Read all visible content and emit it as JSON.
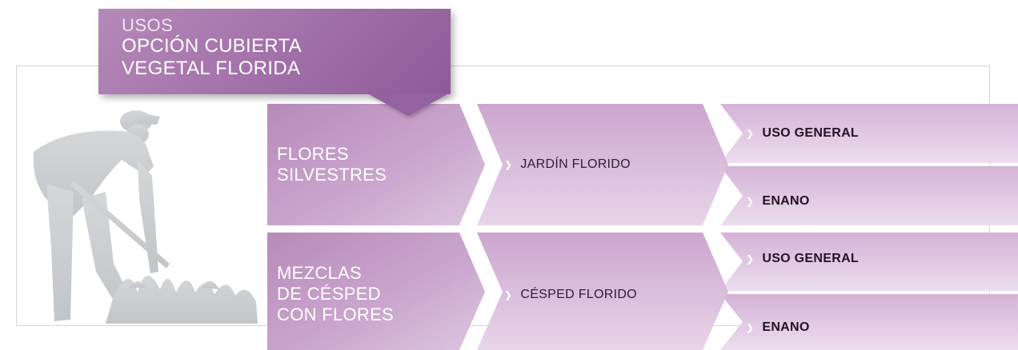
{
  "header": {
    "kicker": "USOS",
    "title_line1": "OPCIÓN CUBIERTA",
    "title_line2": "VEGETAL FLORIDA"
  },
  "rows": [
    {
      "category": [
        "FLORES",
        "SILVESTRES"
      ],
      "subcategory": "JARDÍN FLORIDO",
      "leaves": [
        "USO GENERAL",
        "ENANO"
      ]
    },
    {
      "category": [
        "MEZCLAS",
        "DE CÉSPED",
        "CON FLORES"
      ],
      "subcategory": "CÉSPED FLORIDO",
      "leaves": [
        "USO GENERAL",
        "ENANO"
      ]
    }
  ],
  "colors": {
    "header_bg": "#a06fa8",
    "category_dark": "#b98cbf",
    "category_light": "#d9bfdc",
    "sub_dark": "#c9a2cd",
    "sub_light": "#e6d4e7",
    "leaf_dark": "#d5b4d8",
    "leaf_light": "#eddff0",
    "silhouette": "#c9ccce"
  },
  "icons": {
    "bullet": "chevron-right-icon"
  }
}
